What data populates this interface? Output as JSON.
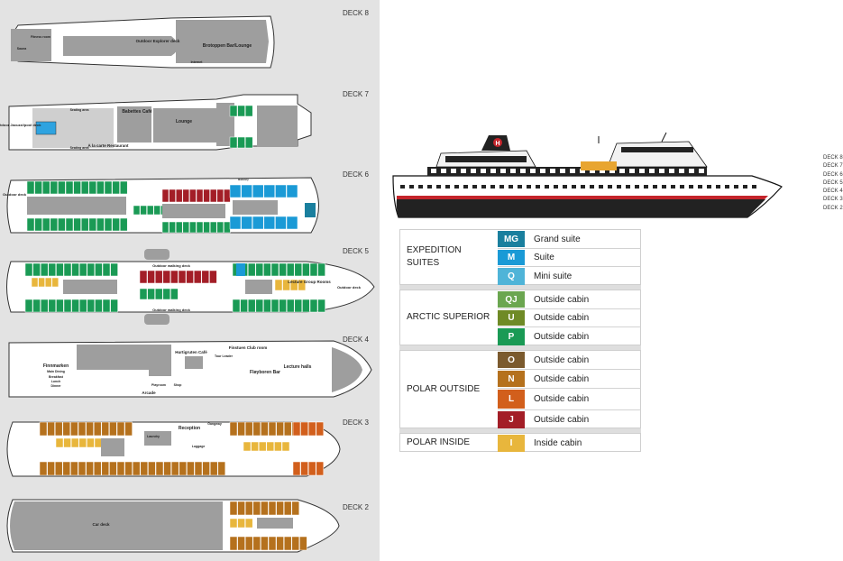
{
  "colors": {
    "MG": "#1a7f9e",
    "M": "#1a9ad6",
    "Q": "#4fb4d8",
    "QJ": "#6ba650",
    "U": "#6f8a26",
    "P": "#1a9a55",
    "O": "#7b5a2e",
    "N": "#b5711d",
    "L": "#d25f1c",
    "J": "#a31e27",
    "I": "#e8b63c",
    "plan_fill": "#9e9e9e",
    "hull": "#ffffff"
  },
  "decks": [
    {
      "title": "DECK 8",
      "labels": [
        "Fitness room",
        "Sauna",
        "Outdoor Explorer deck",
        "Brotoppen Bar/Lounge",
        "Internet"
      ]
    },
    {
      "title": "DECK 7",
      "labels": [
        "Outdoor Jacuzzi/pool deck",
        "Seating area",
        "Seating area",
        "Babettes Café",
        "Lounge",
        "À la carte Restaurant"
      ]
    },
    {
      "title": "DECK 6",
      "labels": [
        "Outdoor deck",
        "Balcony"
      ]
    },
    {
      "title": "DECK 5",
      "labels": [
        "Outdoor walking deck",
        "Outdoor walking deck",
        "Lecture Group Rooms",
        "Outdoor deck"
      ]
    },
    {
      "title": "DECK 4",
      "labels": [
        "Finnmarken",
        "Main Dining",
        "Breakfast",
        "Lunch",
        "Dinner",
        "Arcade",
        "Playroom",
        "Shop",
        "Hurtigruten Café",
        "Finstuen Club room",
        "Tour Leader",
        "Fløyboren Bar",
        "Lecture halls"
      ]
    },
    {
      "title": "DECK 3",
      "labels": [
        "Reception",
        "Gangway",
        "Laundry",
        "Luggage"
      ]
    },
    {
      "title": "DECK 2",
      "labels": [
        "Car deck"
      ]
    }
  ],
  "deck_index": [
    "DECK 8",
    "DECK 7",
    "DECK 6",
    "DECK 5",
    "DECK 4",
    "DECK 3",
    "DECK 2"
  ],
  "ship": {
    "funnel_logo": "H"
  },
  "legend": [
    {
      "name": "EXPEDITION SUITES",
      "rows": [
        {
          "code": "MG",
          "label": "Grand suite"
        },
        {
          "code": "M",
          "label": "Suite"
        },
        {
          "code": "Q",
          "label": "Mini suite"
        }
      ]
    },
    {
      "name": "ARCTIC SUPERIOR",
      "rows": [
        {
          "code": "QJ",
          "label": "Outside cabin"
        },
        {
          "code": "U",
          "label": "Outside cabin"
        },
        {
          "code": "P",
          "label": "Outside cabin"
        }
      ]
    },
    {
      "name": "POLAR OUTSIDE",
      "rows": [
        {
          "code": "O",
          "label": "Outside cabin"
        },
        {
          "code": "N",
          "label": "Outside cabin"
        },
        {
          "code": "L",
          "label": "Outside cabin"
        },
        {
          "code": "J",
          "label": "Outside cabin"
        }
      ]
    },
    {
      "name": "POLAR INSIDE",
      "rows": [
        {
          "code": "I",
          "label": "Inside cabin"
        }
      ]
    }
  ]
}
